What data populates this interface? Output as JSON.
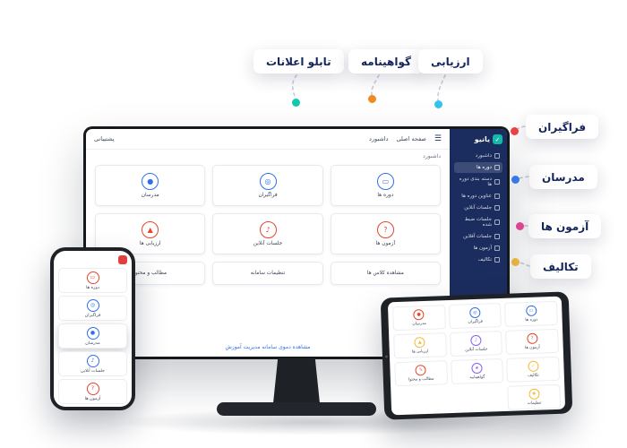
{
  "callouts": {
    "top": [
      {
        "label": "تابلو اعلانات",
        "dot_color": "#0fc9b3"
      },
      {
        "label": "گواهینامه",
        "dot_color": "#f08a24"
      },
      {
        "label": "ارزیابی",
        "dot_color": "#35c3f0"
      }
    ],
    "right": [
      {
        "label": "فراگیران",
        "dot_color": "#ef4444"
      },
      {
        "label": "مدرسان",
        "dot_color": "#3b82f6"
      },
      {
        "label": "آزمون ها",
        "dot_color": "#ec4899"
      },
      {
        "label": "تکالیف",
        "dot_color": "#f6c344"
      }
    ]
  },
  "desktop": {
    "brand": "یانیو",
    "brand_logo_glyph": "✓",
    "navbar": {
      "menu_icon": "☰",
      "items": [
        "صفحه اصلی",
        "داشبورد",
        "پشتیبانی"
      ]
    },
    "breadcrumb": "داشبورد",
    "sidebar_items": [
      {
        "label": "داشبورد"
      },
      {
        "label": "دوره ها"
      },
      {
        "label": "دسته بندی دوره ها"
      },
      {
        "label": "عناوین دوره ها"
      },
      {
        "label": "جلسات آنلاین"
      },
      {
        "label": "جلسات ضبط شده"
      },
      {
        "label": "جلسات آفلاین"
      },
      {
        "label": "آزمون ها"
      },
      {
        "label": "تکالیف"
      }
    ],
    "cards": [
      {
        "label": "دوره ها",
        "glyph": "▭",
        "color": "#2f6fed"
      },
      {
        "label": "فراگیران",
        "glyph": "◎",
        "color": "#2f6fed"
      },
      {
        "label": "مدرسان",
        "glyph": "●",
        "color": "#2f6fed"
      },
      {
        "label": "آزمون ها",
        "glyph": "?",
        "color": "#e8452c"
      },
      {
        "label": "جلسات آنلاین",
        "glyph": "♪",
        "color": "#e8452c"
      },
      {
        "label": "ارزیابی ها",
        "glyph": "▲",
        "color": "#e8452c"
      }
    ],
    "flat_cards": [
      {
        "label": "مشاهده کلاس ها"
      },
      {
        "label": "تنظیمات سامانه"
      },
      {
        "label": "مطالب و محتوا"
      }
    ],
    "footer_link": "مشاهده دموی سامانه مدیریت آموزش"
  },
  "phone": {
    "items": [
      {
        "label": "دوره ها",
        "glyph": "▭",
        "color": "#e8452c"
      },
      {
        "label": "فراگیران",
        "glyph": "◎",
        "color": "#2f6fed"
      },
      {
        "label": "مدرسان",
        "glyph": "●",
        "color": "#2f6fed"
      },
      {
        "label": "جلسات آنلاین",
        "glyph": "♪",
        "color": "#2f6fed"
      },
      {
        "label": "آزمون ها",
        "glyph": "?",
        "color": "#e8452c"
      }
    ]
  },
  "tablet": {
    "cards": [
      {
        "label": "دوره ها",
        "glyph": "▭",
        "color": "#2f6fed"
      },
      {
        "label": "فراگیران",
        "glyph": "◎",
        "color": "#2f6fed"
      },
      {
        "label": "مدرسان",
        "glyph": "●",
        "color": "#e8452c"
      },
      {
        "label": "آزمون ها",
        "glyph": "?",
        "color": "#e8452c"
      },
      {
        "label": "جلسات آنلاین",
        "glyph": "♪",
        "color": "#8b5cf6"
      },
      {
        "label": "ارزیابی ها",
        "glyph": "▲",
        "color": "#f6b93b"
      },
      {
        "label": "تکالیف",
        "glyph": "✓",
        "color": "#f6b93b"
      },
      {
        "label": "گواهینامه",
        "glyph": "★",
        "color": "#8b5cf6"
      },
      {
        "label": "مطالب و محتوا",
        "glyph": "✎",
        "color": "#e8452c"
      },
      {
        "label": "تنظیمات",
        "glyph": "✱",
        "color": "#f6b93b"
      }
    ]
  }
}
